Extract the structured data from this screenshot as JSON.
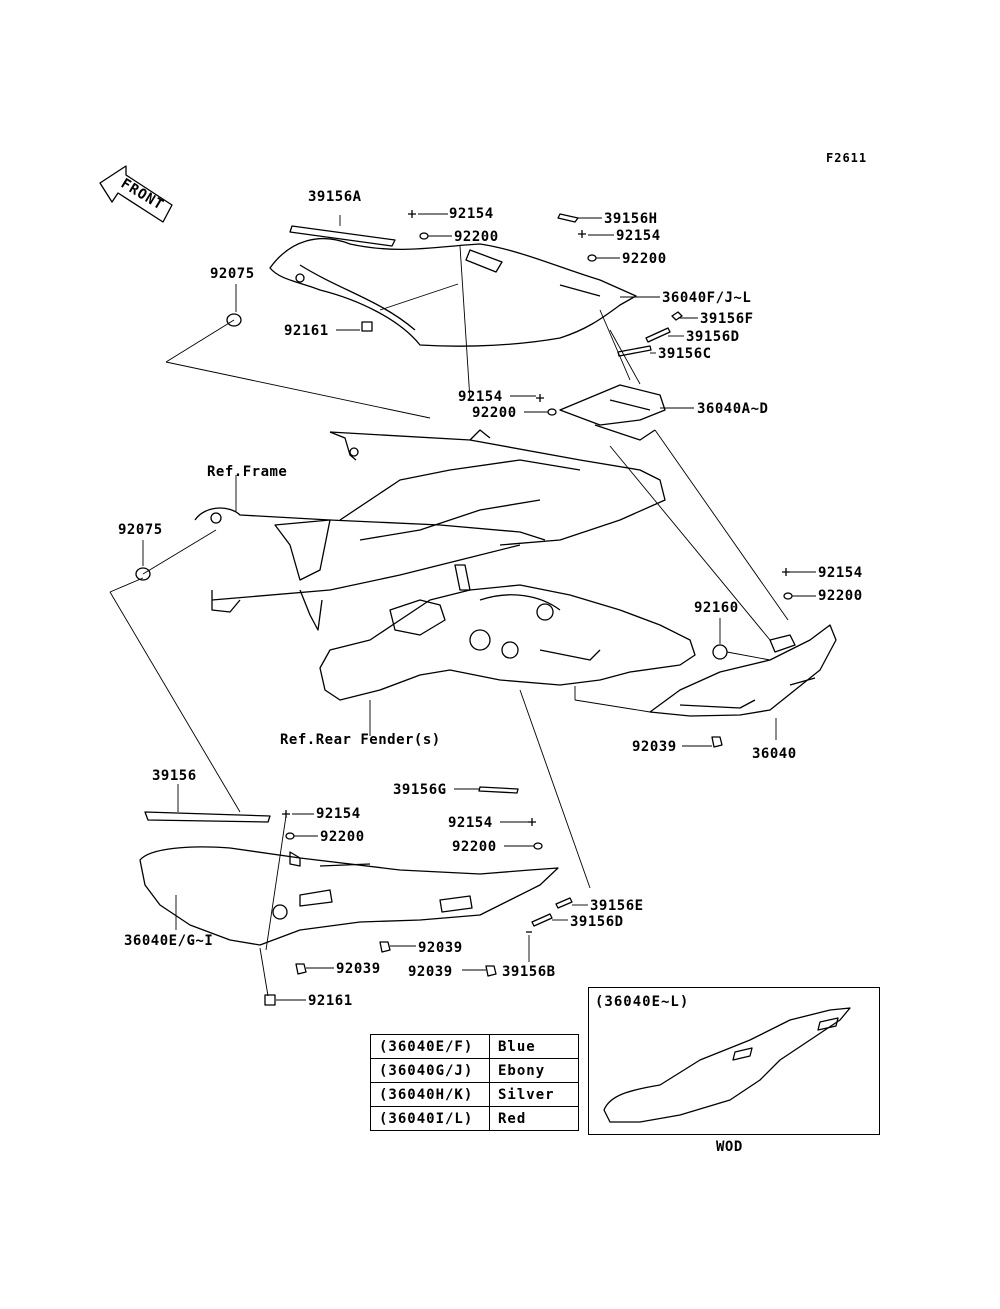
{
  "figure_code": "F2611",
  "front_label": "FRONT",
  "labels": {
    "l39156A": "39156A",
    "l92154a": "92154",
    "l92200a": "92200",
    "l39156H": "39156H",
    "l92154b": "92154",
    "l92200b": "92200",
    "l36040FJL": "36040F/J~L",
    "l92075a": "92075",
    "l92161a": "92161",
    "l39156F": "39156F",
    "l39156Da": "39156D",
    "l39156C": "39156C",
    "l92154c": "92154",
    "l92200c": "92200",
    "l36040AD": "36040A~D",
    "refFrame": "Ref.Frame",
    "l92075b": "92075",
    "l92154d": "92154",
    "l92200d": "92200",
    "l92160": "92160",
    "refRearFender": "Ref.Rear Fender(s)",
    "l92039a": "92039",
    "l36040": "36040",
    "l39156": "39156",
    "l92154e": "92154",
    "l92200e": "92200",
    "l39156G": "39156G",
    "l92154f": "92154",
    "l92200f": "92200",
    "l36040EGI": "36040E/G~I",
    "l39156E": "39156E",
    "l39156Db": "39156D",
    "l92039b": "92039",
    "l92039c": "92039",
    "l92039d": "92039",
    "l39156B": "39156B",
    "l92161b": "92161"
  },
  "color_table": [
    {
      "code": "(36040E/F)",
      "color": "Blue"
    },
    {
      "code": "(36040G/J)",
      "color": "Ebony"
    },
    {
      "code": "(36040H/K)",
      "color": "Silver"
    },
    {
      "code": "(36040I/L)",
      "color": "Red"
    }
  ],
  "inset": {
    "title": "(36040E~L)",
    "caption": "WOD"
  }
}
